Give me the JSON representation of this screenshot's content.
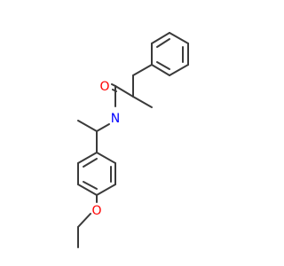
{
  "molecule": {
    "atoms": {
      "oxygen_carbonyl": {
        "symbol": "O",
        "color": "#ff0000"
      },
      "nitrogen_amide": {
        "symbol": "N",
        "color": "#0000ff"
      },
      "oxygen_ether": {
        "symbol": "O",
        "color": "#ff0000"
      }
    },
    "bond_color": "#3a3a3a",
    "background": "#ffffff"
  }
}
